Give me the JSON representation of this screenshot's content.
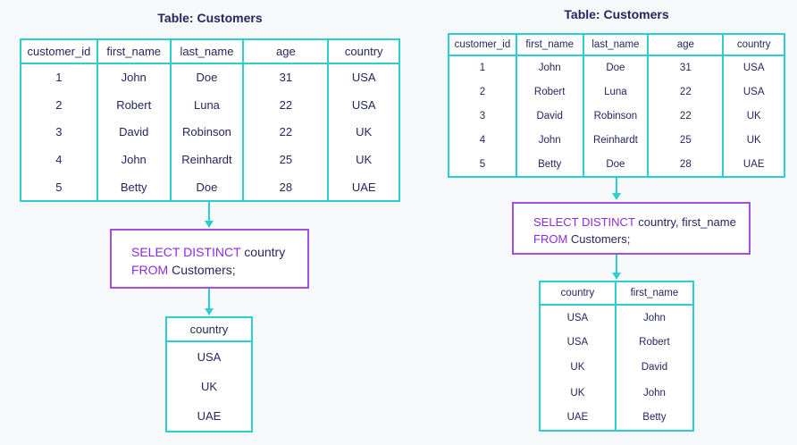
{
  "left": {
    "title": "Table: Customers",
    "headers": [
      "customer_id",
      "first_name",
      "last_name",
      "age",
      "country"
    ],
    "rows": [
      [
        "1",
        "John",
        "Doe",
        "31",
        "USA"
      ],
      [
        "2",
        "Robert",
        "Luna",
        "22",
        "USA"
      ],
      [
        "3",
        "David",
        "Robinson",
        "22",
        "UK"
      ],
      [
        "4",
        "John",
        "Reinhardt",
        "25",
        "UK"
      ],
      [
        "5",
        "Betty",
        "Doe",
        "28",
        "UAE"
      ]
    ],
    "query": {
      "line1_kw": "SELECT DISTINCT",
      "line1_rest": " country",
      "line2_kw": "FROM",
      "line2_rest": " Customers;"
    },
    "result_headers": [
      "country"
    ],
    "result_rows": [
      [
        "USA"
      ],
      [
        "UK"
      ],
      [
        "UAE"
      ]
    ]
  },
  "right": {
    "title": "Table: Customers",
    "headers": [
      "customer_id",
      "first_name",
      "last_name",
      "age",
      "country"
    ],
    "rows": [
      [
        "1",
        "John",
        "Doe",
        "31",
        "USA"
      ],
      [
        "2",
        "Robert",
        "Luna",
        "22",
        "USA"
      ],
      [
        "3",
        "David",
        "Robinson",
        "22",
        "UK"
      ],
      [
        "4",
        "John",
        "Reinhardt",
        "25",
        "UK"
      ],
      [
        "5",
        "Betty",
        "Doe",
        "28",
        "UAE"
      ]
    ],
    "query": {
      "line1_kw": "SELECT DISTINCT",
      "line1_rest": " country, first_name",
      "line2_kw": "FROM",
      "line2_rest": " Customers;"
    },
    "result_headers": [
      "country",
      "first_name"
    ],
    "result_rows": [
      [
        "USA",
        "John"
      ],
      [
        "USA",
        "Robert"
      ],
      [
        "UK",
        "David"
      ],
      [
        "UK",
        "John"
      ],
      [
        "UAE",
        "Betty"
      ]
    ]
  },
  "colors": {
    "table_border": "#2bcfd0",
    "query_border": "#a34fdc",
    "keyword": "#8a2be2",
    "text": "#25265e"
  }
}
